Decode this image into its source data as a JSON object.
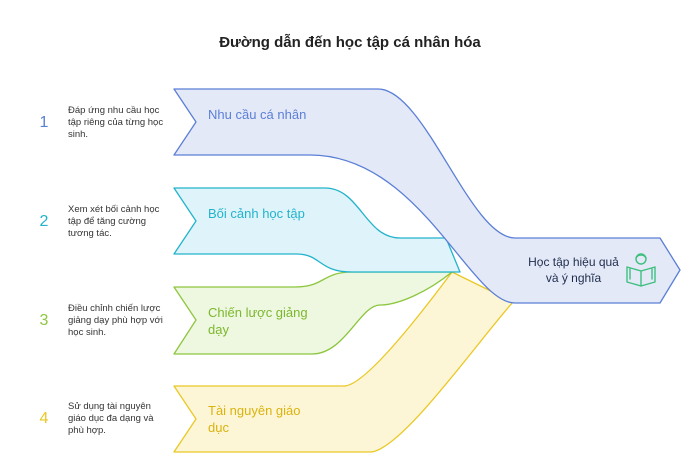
{
  "title": "Đường dẫn đến học tập cá nhân hóa",
  "items": [
    {
      "number": "1",
      "label": "Nhu cầu cá nhân",
      "description": "Đáp ứng nhu cầu học tập riêng của từng học sinh.",
      "color": "#5b7fd6",
      "fill": "#e4e9f8"
    },
    {
      "number": "2",
      "label": "Bối cảnh học tập",
      "description": "Xem xét bối cảnh học tập để tăng cường tương tác.",
      "color": "#22b3cc",
      "fill": "#dff4fa"
    },
    {
      "number": "3",
      "label": "Chiến lược giảng dạy",
      "description": "Điều chỉnh chiến lược giảng dạy phù hợp với học sinh.",
      "color": "#8dc63f",
      "fill": "#eef7df"
    },
    {
      "number": "4",
      "label": "Tài nguyên giáo dục",
      "description": "Sử dụng tài nguyên giáo dục đa dạng và phù hợp.",
      "color": "#e9c825",
      "fill": "#fdf6d6"
    }
  ],
  "result": {
    "label": "Học tập hiệu quả và ý nghĩa",
    "icon": "reading-student-icon",
    "color": "#5b7fd6",
    "fill": "#e4e9f8",
    "icon_color": "#3fbf7f"
  }
}
